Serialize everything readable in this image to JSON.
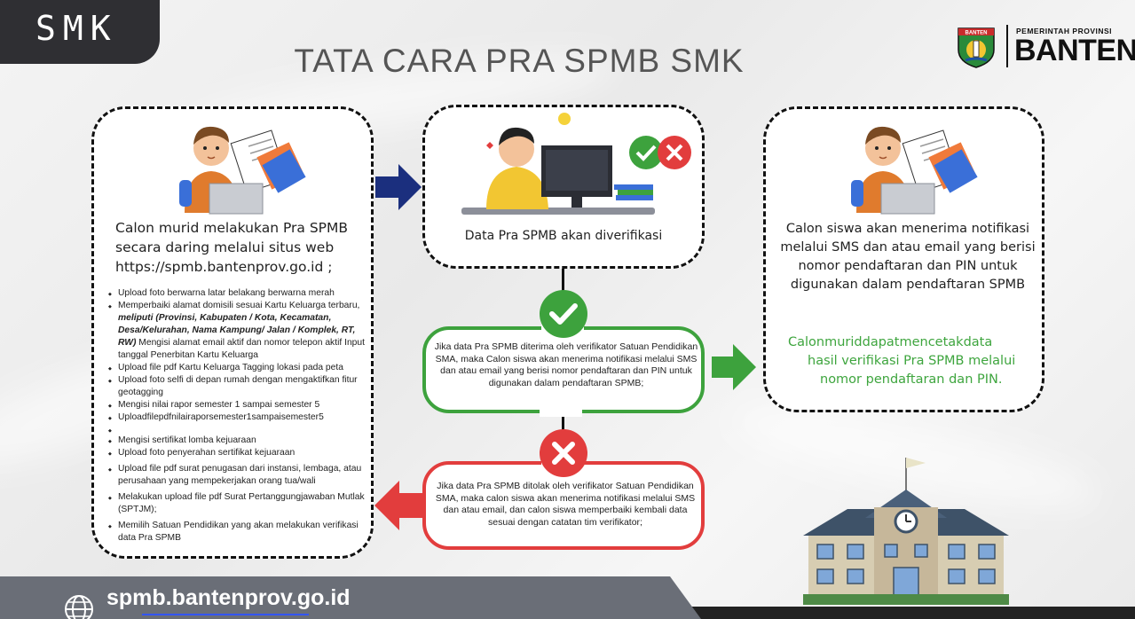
{
  "header": {
    "tag": "SMK",
    "title": "TATA CARA PRA SPMB SMK",
    "logo": {
      "small_text": "PEMERINTAH PROVINSI",
      "big_text": "BANTEN",
      "emblem_text": "BANTEN"
    }
  },
  "left_box": {
    "intro": "Calon murid melakukan Pra SPMB secara daring melalui situs web https://spmb.bantenprov.go.id ;",
    "steps": [
      "Upload foto berwarna latar belakang berwarna merah",
      "Memperbaiki alamat domisili sesuai Kartu Keluarga terbaru,",
      "meliputi (Provinsi, Kabupaten / Kota, Kecamatan, Desa/Kelurahan, Nama Kampung/ Jalan / Komplek, RT, RW)",
      "Mengisi alamat email aktif dan nomor telepon aktif Input tanggal Penerbitan Kartu Keluarga",
      "Upload file pdf Kartu Keluarga Tagging lokasi pada peta",
      "Upload foto selfi di depan rumah dengan mengaktifkan fitur geotagging",
      "Mengisi nilai rapor semester 1 sampai semester 5",
      "Uploadfilepdfnilairaporsemester1sampaisemester5",
      "Mengisi sertifikat lomba kejuaraan",
      "Upload foto penyerahan sertifikat kejuaraan",
      "Upload file pdf surat penugasan dari instansi, lembaga, atau perusahaan yang mempekerjakan orang tua/wali",
      "Melakukan upload file pdf Surat Pertanggungjawaban Mutlak (SPTJM);",
      "Memilih Satuan Pendidikan yang akan melakukan verifikasi data Pra SPMB"
    ]
  },
  "middle_box": {
    "text": "Data Pra SPMB akan diverifikasi"
  },
  "accepted": {
    "text": "Jika data Pra SPMB diterima oleh verifikator Satuan Pendidikan SMA, maka Calon siswa akan menerima notifikasi melalui SMS dan atau email yang berisi nomor pendaftaran dan PIN untuk digunakan dalam pendaftaran SPMB;"
  },
  "rejected": {
    "text": "Jika data Pra SPMB ditolak oleh verifikator Satuan Pendidikan SMA, maka calon siswa akan menerima notifikasi melalui SMS dan atau email, dan calon siswa memperbaiki kembali data sesuai dengan catatan tim verifikator;"
  },
  "right_box": {
    "text": "Calon siswa akan menerima notifikasi melalui SMS dan atau email yang berisi nomor pendaftaran dan PIN untuk digunakan dalam pendaftaran SPMB",
    "green_line_1": "Calonmuriddapatmencetakdata",
    "green_line_2": "hasil verifikasi Pra SPMB melalui",
    "green_line_3": "nomor pendaftaran dan PIN."
  },
  "footer": {
    "url": "spmb.bantenprov.go.id"
  },
  "colors": {
    "green": "#3da23d",
    "red": "#e23d3d",
    "navy_arrow": "#1b2f7e",
    "footer": "#6a6e77"
  },
  "icons": [
    "globe-icon",
    "check-icon",
    "cross-icon",
    "arrow-right-icon",
    "arrow-left-icon",
    "school-building-icon",
    "student-illustration",
    "computer-illustration"
  ]
}
